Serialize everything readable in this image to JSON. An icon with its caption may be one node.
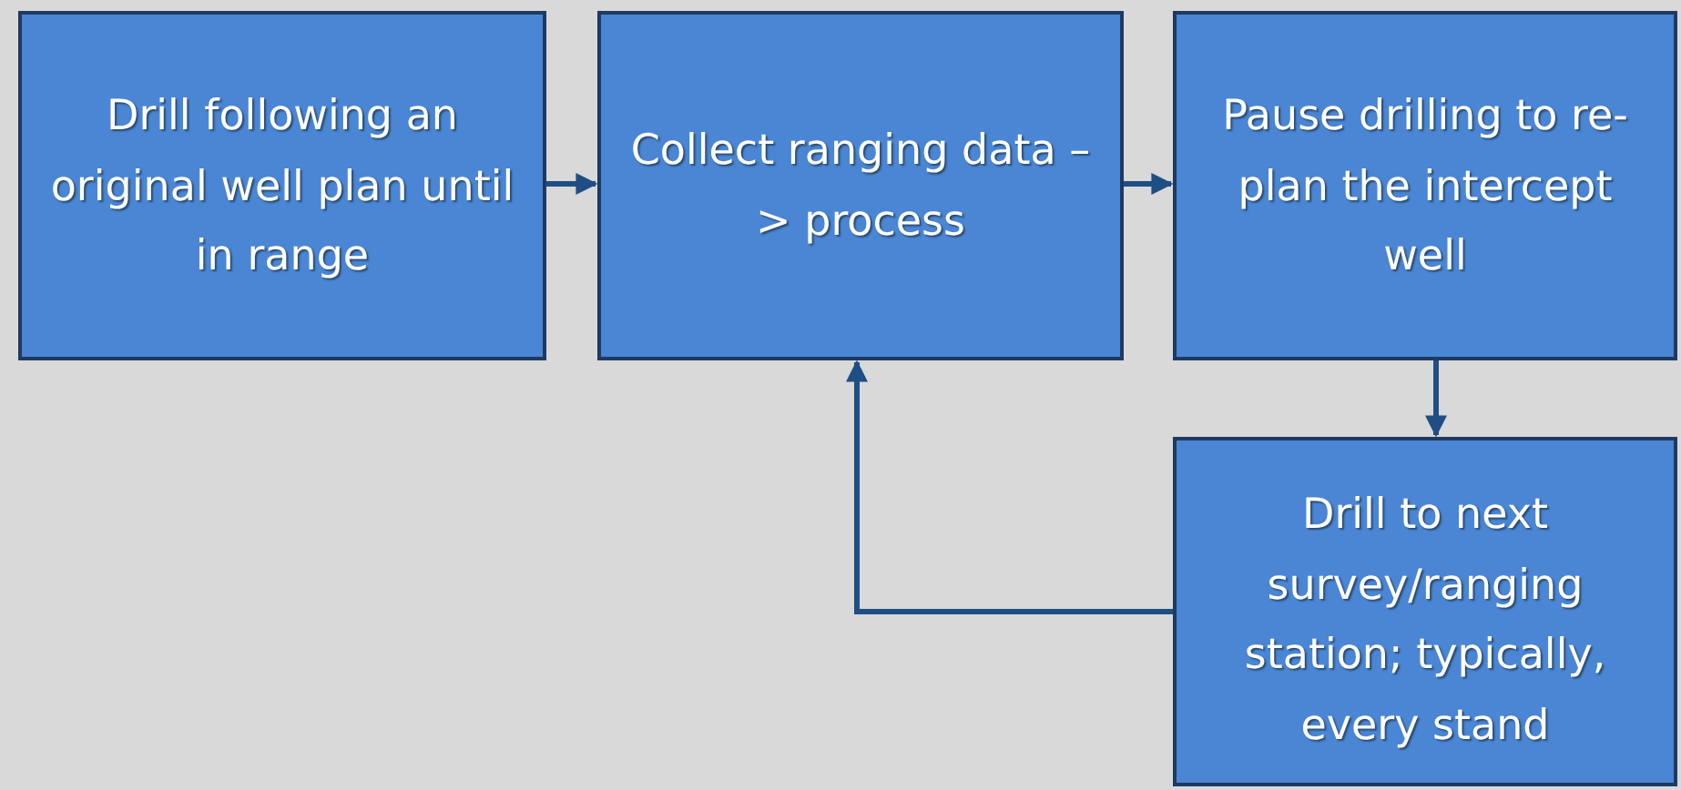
{
  "diagram": {
    "nodes": [
      {
        "text": [
          "Drill following an original well plan until in range"
        ]
      },
      {
        "text": [
          "Collect ranging data –> process"
        ]
      },
      {
        "text": [
          "Pause drilling to re-plan the intercept well"
        ]
      },
      {
        "text": [
          "Drill to next survey/ranging station; typically, every stand"
        ]
      }
    ],
    "edges": [
      {
        "from": 0,
        "to": 1,
        "arrow": "to"
      },
      {
        "from": 1,
        "to": 2,
        "arrow": "to"
      },
      {
        "from": 2,
        "to": 3,
        "arrow": "to"
      },
      {
        "from": 3,
        "to": 1,
        "arrow": "to"
      }
    ]
  }
}
